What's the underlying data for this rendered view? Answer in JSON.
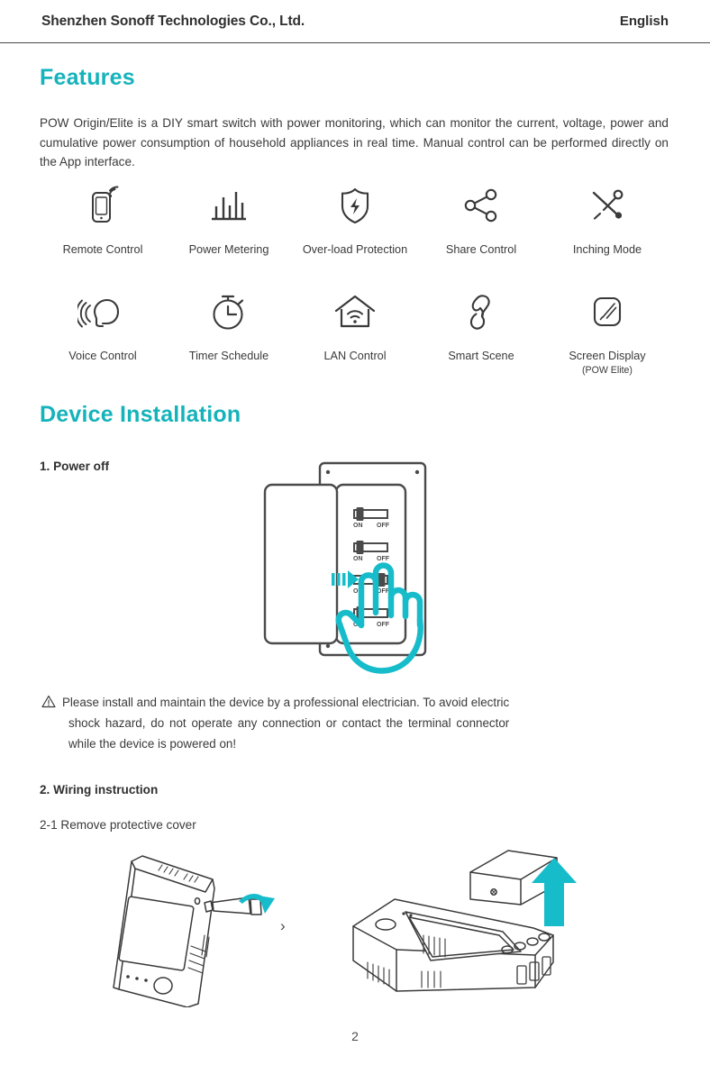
{
  "header": {
    "company": "Shenzhen Sonoff Technologies Co., Ltd.",
    "language": "English"
  },
  "sections": {
    "features_heading": "Features",
    "install_heading": "Device Installation"
  },
  "intro": "POW Origin/Elite is a DIY smart switch with power monitoring, which can monitor the current, voltage, power and cumulative power consumption of household appliances in real time. Manual control can be performed directly on the App interface.",
  "features": {
    "row1": [
      {
        "icon": "remote-control-icon",
        "label": "Remote Control",
        "sublabel": ""
      },
      {
        "icon": "power-metering-icon",
        "label": "Power Metering",
        "sublabel": ""
      },
      {
        "icon": "overload-protection-icon",
        "label": "Over-load Protection",
        "sublabel": ""
      },
      {
        "icon": "share-control-icon",
        "label": "Share Control",
        "sublabel": ""
      },
      {
        "icon": "inching-mode-icon",
        "label": "Inching Mode",
        "sublabel": ""
      }
    ],
    "row2": [
      {
        "icon": "voice-control-icon",
        "label": "Voice Control",
        "sublabel": ""
      },
      {
        "icon": "timer-schedule-icon",
        "label": "Timer Schedule",
        "sublabel": ""
      },
      {
        "icon": "lan-control-icon",
        "label": "LAN Control",
        "sublabel": ""
      },
      {
        "icon": "smart-scene-icon",
        "label": "Smart Scene",
        "sublabel": ""
      },
      {
        "icon": "screen-display-icon",
        "label": "Screen Display",
        "sublabel": "(POW Elite)"
      }
    ]
  },
  "steps": {
    "step_1": "1. Power off",
    "step_2": "2. Wiring instruction",
    "step_2_1": "2-1 Remove protective cover"
  },
  "warning": {
    "icon": "warning-triangle-icon",
    "line1": "Please install and maintain the device by a professional electrician. To avoid electric",
    "line2": "shock hazard, do not operate any connection or contact the terminal connector",
    "line3": "while the device is powered on!"
  },
  "breaker_figure": {
    "switch_on_label": "ON",
    "switch_off_label": "OFF",
    "switch_count": 4
  },
  "figure_separator": "›",
  "colors": {
    "accent_teal": "#15b3bb",
    "line_dark": "#4a4a4a",
    "text": "#3a3a3a"
  },
  "footer": {
    "page_number": "2"
  }
}
